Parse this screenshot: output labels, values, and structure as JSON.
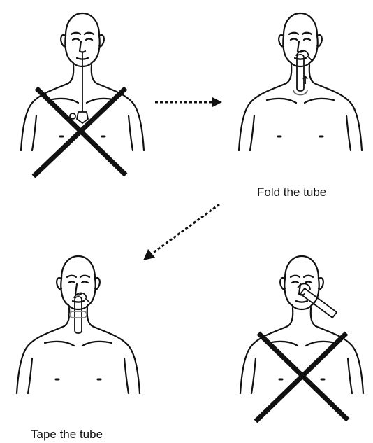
{
  "captions": {
    "fold": "Fold the tube",
    "tape": "Tape the tube"
  },
  "colors": {
    "line": "#111111",
    "background": "#ffffff"
  },
  "panels": [
    {
      "id": "top-left",
      "marked_incorrect": true
    },
    {
      "id": "top-right",
      "marked_incorrect": false
    },
    {
      "id": "bottom-left",
      "marked_incorrect": false
    },
    {
      "id": "bottom-right",
      "marked_incorrect": true
    }
  ]
}
